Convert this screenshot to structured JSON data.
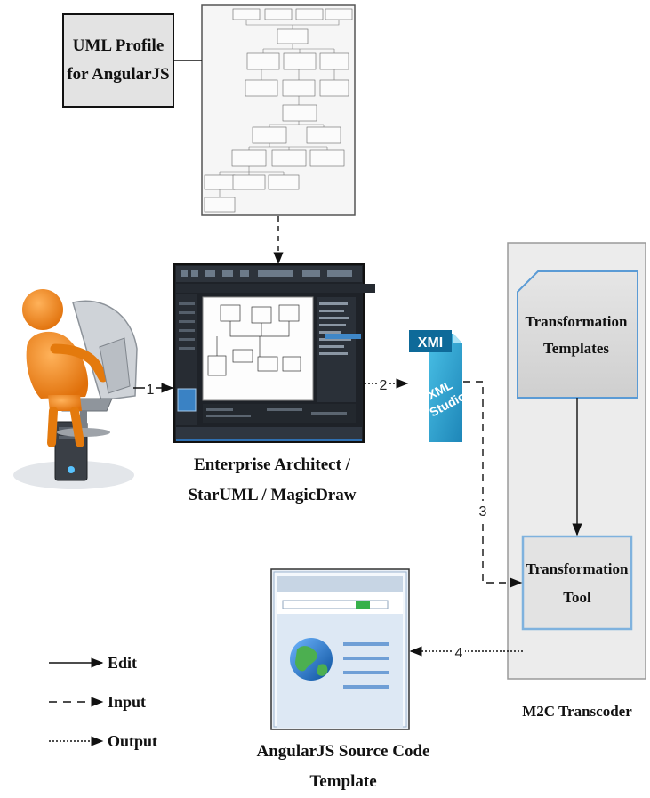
{
  "uml_profile": {
    "line1": "UML Profile",
    "line2": "for AngularJS"
  },
  "tool": {
    "line1": "Enterprise Architect /",
    "line2": "StarUML / MagicDraw"
  },
  "xmi_icon": {
    "tag": "XMI",
    "line1": "XML",
    "line2": "Studio"
  },
  "templates_box": {
    "line1": "Transformation",
    "line2": "Templates"
  },
  "transform_tool": {
    "line1": "Transformation",
    "line2": "Tool"
  },
  "transcoder": {
    "label": "M2C Transcoder"
  },
  "output": {
    "line1": "AngularJS Source Code",
    "line2": "Template"
  },
  "steps": {
    "s1": "1",
    "s2": "2",
    "s3": "3",
    "s4": "4"
  },
  "legend": {
    "edit": "Edit",
    "input": "Input",
    "output": "Output"
  },
  "colors": {
    "gray_box": "#d9d9d9",
    "panel": "#ececec",
    "accent_blue": "#4a90c8",
    "xmi_teal": "#2fa3c8",
    "person_orange": "#f07d12"
  }
}
